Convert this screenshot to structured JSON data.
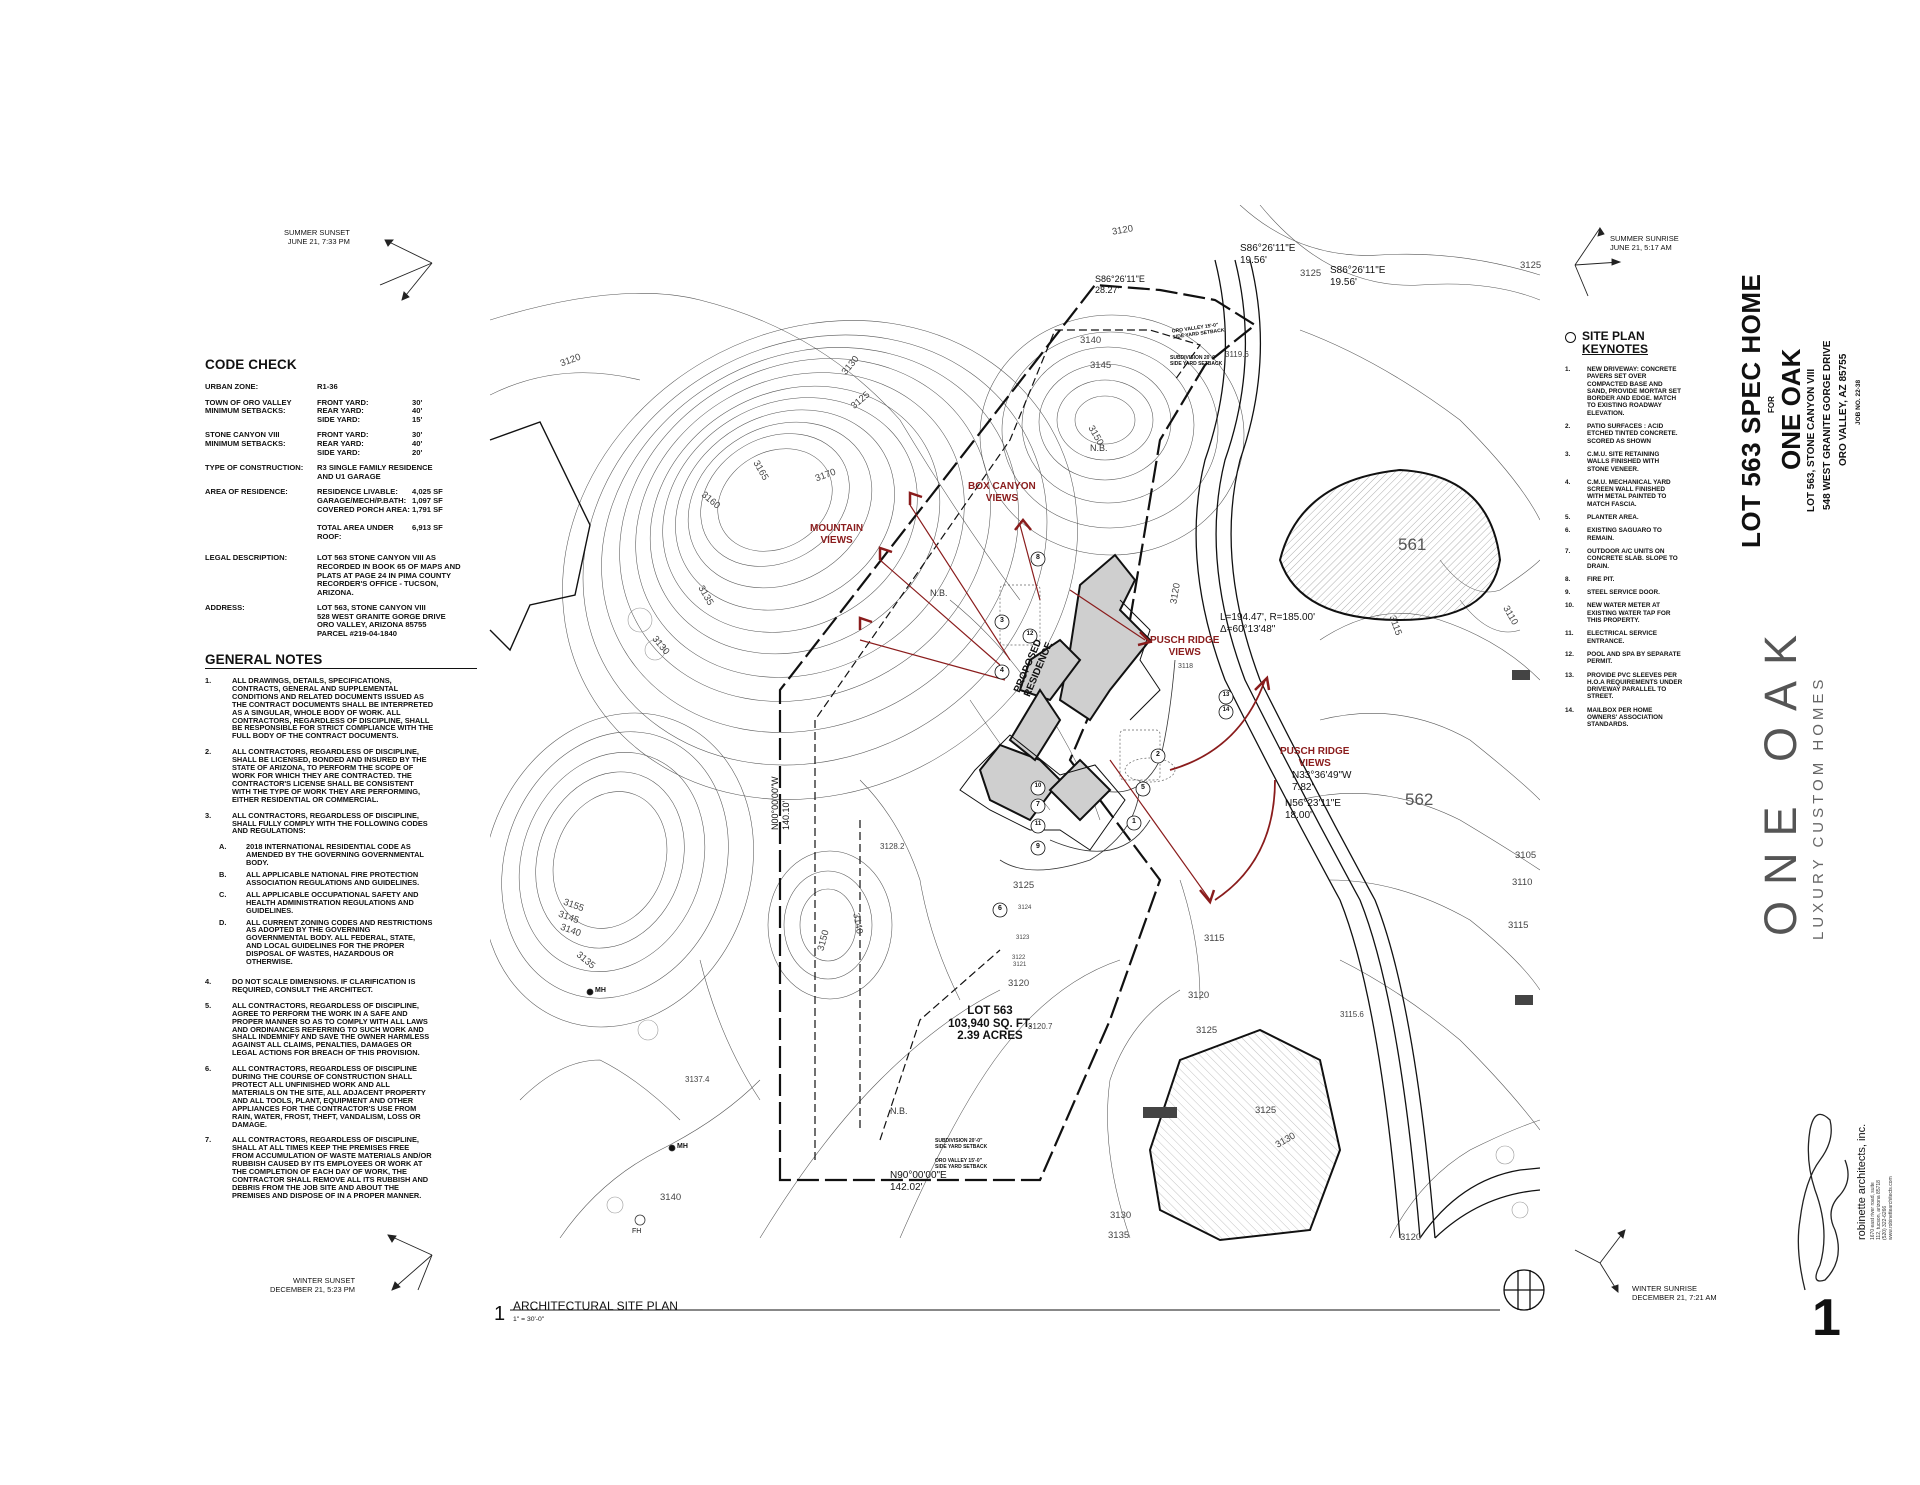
{
  "code_check": {
    "title": "CODE CHECK",
    "urban_zone_label": "URBAN ZONE:",
    "urban_zone_value": "R1-36",
    "town_label": "TOWN OF ORO VALLEY\nMINIMUM SETBACKS:",
    "town_setbacks": [
      {
        "label": "FRONT YARD:",
        "value": "30'"
      },
      {
        "label": "REAR YARD:",
        "value": "40'"
      },
      {
        "label": "SIDE YARD:",
        "value": "15'"
      }
    ],
    "stone_label": "STONE CANYON VIII\nMINIMUM SETBACKS:",
    "stone_setbacks": [
      {
        "label": "FRONT YARD:",
        "value": "30'"
      },
      {
        "label": "REAR YARD:",
        "value": "40'"
      },
      {
        "label": "SIDE YARD:",
        "value": "20'"
      }
    ],
    "construction_label": "TYPE OF CONSTRUCTION:",
    "construction_value": "R3 SINGLE FAMILY RESIDENCE\nAND U1 GARAGE",
    "area_label": "AREA OF RESIDENCE:",
    "areas": [
      {
        "label": "RESIDENCE LIVABLE:",
        "value": "4,025 SF"
      },
      {
        "label": "GARAGE/MECH/P.BATH:",
        "value": "1,097 SF"
      },
      {
        "label": "COVERED PORCH AREA:",
        "value": "1,791 SF"
      }
    ],
    "total_label": "TOTAL AREA UNDER ROOF:",
    "total_value": "6,913 SF",
    "legal_label": "LEGAL DESCRIPTION:",
    "legal_value": "LOT 563 STONE CANYON VIII AS\nRECORDED IN BOOK 65 OF MAPS AND\nPLATS AT PAGE 24 IN PIMA COUNTY\nRECORDER'S OFFICE - TUCSON,\nARIZONA.",
    "address_label": "ADDRESS:",
    "address_value": "LOT 563, STONE CANYON VIII\n528 WEST GRANITE GORGE DRIVE\nORO VALLEY, ARIZONA 85755\nPARCEL #219-04-1840"
  },
  "general_notes": {
    "title": "GENERAL NOTES",
    "items": [
      {
        "num": "1.",
        "text": "ALL DRAWINGS, DETAILS, SPECIFICATIONS,\nCONTRACTS, GENERAL AND SUPPLEMENTAL\nCONDITIONS AND RELATED DOCUMENTS ISSUED AS\nTHE CONTRACT DOCUMENTS SHALL BE INTERPRETED\nAS A SINGULAR, WHOLE BODY OF WORK. ALL\nCONTRACTORS, REGARDLESS OF DISCIPLINE, SHALL\nBE RESPONSIBLE FOR STRICT COMPLIANCE WITH THE\nFULL BODY OF THE CONTRACT DOCUMENTS."
      },
      {
        "num": "2.",
        "text": "ALL CONTRACTORS, REGARDLESS OF DISCIPLINE,\nSHALL BE LICENSED, BONDED AND INSURED BY THE\nSTATE OF ARIZONA, TO PERFORM THE SCOPE OF\nWORK FOR WHICH THEY ARE CONTRACTED. THE\nCONTRACTOR'S LICENSE SHALL BE CONSISTENT\nWITH THE TYPE OF WORK THEY ARE PERFORMING,\nEITHER RESIDENTIAL OR COMMERCIAL."
      },
      {
        "num": "3.",
        "text": "ALL CONTRACTORS, REGARDLESS OF DISCIPLINE,\nSHALL FULLY COMPLY WITH THE FOLLOWING CODES\nAND REGULATIONS:"
      }
    ],
    "subitems": [
      {
        "num": "A.",
        "text": "2018 INTERNATIONAL RESIDENTIAL CODE AS\nAMENDED BY THE GOVERNING GOVERNMENTAL\nBODY."
      },
      {
        "num": "B.",
        "text": "ALL APPLICABLE NATIONAL FIRE PROTECTION\nASSOCIATION REGULATIONS AND GUIDELINES."
      },
      {
        "num": "C.",
        "text": "ALL APPLICABLE OCCUPATIONAL SAFETY AND\nHEALTH ADMINISTRATION REGULATIONS AND\nGUIDELINES."
      },
      {
        "num": "D.",
        "text": "ALL CURRENT ZONING CODES AND RESTRICTIONS\nAS ADOPTED BY THE GOVERNING\nGOVERNMENTAL BODY. ALL FEDERAL, STATE,\nAND LOCAL GUIDELINES FOR THE PROPER\nDISPOSAL OF WASTES, HAZARDOUS OR\nOTHERWISE."
      }
    ],
    "items_after": [
      {
        "num": "4.",
        "text": "DO NOT SCALE DIMENSIONS. IF CLARIFICATION IS\nREQUIRED, CONSULT THE ARCHITECT."
      },
      {
        "num": "5.",
        "text": "ALL CONTRACTORS, REGARDLESS OF DISCIPLINE,\nAGREE TO PERFORM THE WORK IN A SAFE AND\nPROPER MANNER SO AS TO COMPLY WITH ALL LAWS\nAND ORDINANCES REFERRING TO SUCH WORK AND\nSHALL INDEMNIFY AND SAVE THE OWNER HARMLESS\nAGAINST ALL CLAIMS, PENALTIES, DAMAGES OR\nLEGAL ACTIONS FOR BREACH OF THIS PROVISION."
      },
      {
        "num": "6.",
        "text": "ALL CONTRACTORS, REGARDLESS OF DISCIPLINE\nDURING THE COURSE OF CONSTRUCTION SHALL\nPROTECT ALL UNFINISHED WORK AND ALL\nMATERIALS ON THE SITE, ALL ADJACENT PROPERTY\nAND ALL TOOLS, PLANT, EQUIPMENT AND OTHER\nAPPLIANCES FOR THE CONTRACTOR'S USE FROM\nRAIN, WATER, FROST, THEFT, VANDALISM, LOSS OR\nDAMAGE."
      },
      {
        "num": "7.",
        "text": "ALL CONTRACTORS, REGARDLESS OF DISCIPLINE,\nSHALL AT ALL TIMES KEEP THE PREMISES FREE\nFROM ACCUMULATION OF WASTE MATERIALS AND/OR\nRUBBISH CAUSED BY ITS EMPLOYEES OR WORK AT\nTHE COMPLETION OF EACH DAY OF WORK, THE\nCONTRACTOR SHALL REMOVE ALL ITS RUBBISH AND\nDEBRIS FROM THE JOB SITE AND ABOUT THE\nPREMISES AND DISPOSE OF IN A PROPER MANNER."
      }
    ]
  },
  "sun": {
    "summer_sunset": "SUMMER SUNSET\nJUNE 21, 7:33 PM",
    "summer_sunrise": "SUMMER SUNRISE\nJUNE 21, 5:17 AM",
    "winter_sunset": "WINTER SUNSET\nDECEMBER 21, 5:23 PM",
    "winter_sunrise": "WINTER SUNRISE\nDECEMBER 21, 7:21 AM"
  },
  "keynotes": {
    "title_line1": "SITE PLAN",
    "title_line2": "KEYNOTES",
    "items": [
      {
        "num": "1.",
        "text": "NEW DRIVEWAY: CONCRETE\nPAVERS SET OVER\nCOMPACTED BASE AND\nSAND, PROVIDE MORTAR SET\nBORDER AND EDGE. MATCH\nTO EXISTING ROADWAY\nELEVATION."
      },
      {
        "num": "2.",
        "text": "PATIO SURFACES : ACID\nETCHED TINTED CONCRETE.\nSCORED AS SHOWN"
      },
      {
        "num": "3.",
        "text": "C.M.U. SITE RETAINING\nWALLS FINISHED WITH\nSTONE VENEER."
      },
      {
        "num": "4.",
        "text": "C.M.U. MECHANICAL YARD\nSCREEN WALL FINISHED\nWITH METAL PAINTED TO\nMATCH FASCIA."
      },
      {
        "num": "5.",
        "text": "PLANTER AREA."
      },
      {
        "num": "6.",
        "text": "EXISTING SAGUARO TO\nREMAIN."
      },
      {
        "num": "7.",
        "text": "OUTDOOR A/C UNITS ON\nCONCRETE SLAB. SLOPE TO\nDRAIN."
      },
      {
        "num": "8.",
        "text": "FIRE PIT."
      },
      {
        "num": "9.",
        "text": "STEEL SERVICE DOOR."
      },
      {
        "num": "10.",
        "text": "NEW WATER METER AT\nEXISTING WATER TAP FOR\nTHIS PROPERTY."
      },
      {
        "num": "11.",
        "text": "ELECTRICAL SERVICE\nENTRANCE."
      },
      {
        "num": "12.",
        "text": "POOL AND SPA BY SEPARATE\nPERMIT."
      },
      {
        "num": "13.",
        "text": "PROVIDE PVC SLEEVES PER\nH.O.A REQUIREMENTS UNDER\nDRIVEWAY PARALLEL TO\nSTREET."
      },
      {
        "num": "14.",
        "text": "MAILBOX PER HOME\nOWNERS' ASSOCIATION\nSTANDARDS."
      }
    ]
  },
  "title_block": {
    "project": "LOT 563 SPEC HOME",
    "for": "FOR",
    "client": "ONE OAK",
    "lot": "LOT 563, STONE CANYON VIII",
    "street": "548 WEST GRANITE GORGE DRIVE",
    "city": "ORO VALLEY, AZ 85755",
    "job": "JOB NO. 22-38",
    "logo_main": "ONE OAK",
    "logo_sub": "LUXURY CUSTOM HOMES",
    "architect": "robinette architects, inc.",
    "architect_contact": "1670 east river road, suite 112, tucson, arizona 85718\n(520) 322-6266\nwww.robinettearchitects.com"
  },
  "site_plan": {
    "lot_name": "LOT 563",
    "lot_area": "103,940 SQ. FT.",
    "lot_acres": "2.39 ACRES",
    "residence_line1": "PROPOSED",
    "residence_line2": "RESIDENCE",
    "view_mountain_1": "MOUNTAIN",
    "view_mountain_2": "VIEWS",
    "view_bok_1": "BOX CANYON",
    "view_bok_2": "VIEWS",
    "view_pusch_a1": "PUSCH RIDGE",
    "view_pusch_a2": "VIEWS",
    "view_pusch_b1": "PUSCH RIDGE",
    "view_pusch_b2": "VIEWS",
    "bearing_1": "S86°26'11\"E",
    "bearing_1_dist": "19.56'",
    "bearing_2": "S86°26'11\"E",
    "bearing_2_dist": "19.56'",
    "bearing_3": "S86°26'11\"E",
    "bearing_3_dist": "28.27'",
    "bearing_west": "N00°00'00\"W",
    "bearing_west_dist": "140.10'",
    "bearing_south": "N90°00'00\"E",
    "bearing_south_dist": "142.02'",
    "bearing_east_1": "N33°36'49\"W",
    "bearing_east_1_dist": "7.82'",
    "bearing_east_2": "N56°23'11\"E",
    "bearing_east_2_dist": "18.00'",
    "curve_l": "L=194.47', R=185.00'",
    "curve_delta": "Δ=60°13'48\"",
    "lot_561": "561",
    "lot_562": "562",
    "nb_1": "N.B.",
    "nb_2": "N.B.",
    "nb_3": "N.B.",
    "mh_1": "MH",
    "mh_2": "MH",
    "fh": "FH",
    "setback_oro_side": "ORO VALLEY 15'-0\"\nSIDE YARD SETBACK",
    "setback_sub_side": "SUBDIVISION 20'-0\"\nSIDE YARD SETBACK",
    "setback_sub_south": "SUBDIVISION 20'-0\"\nSIDE YARD SETBACK",
    "setback_oro_south": "ORO VALLEY 15'-0\"\nSIDE YARD SETBACK",
    "contours": [
      "3120",
      "3125",
      "3130",
      "3140",
      "3145",
      "3150",
      "3155",
      "3160",
      "3165",
      "3170",
      "3135",
      "3115",
      "3110",
      "3105",
      "3119.6",
      "3128.2",
      "3137.4",
      "3124",
      "3123",
      "3122",
      "3121",
      "3120.7",
      "3115.6",
      "3118"
    ],
    "callouts": [
      "1",
      "2",
      "3",
      "4",
      "5",
      "6",
      "7",
      "8",
      "9",
      "10",
      "11",
      "12",
      "13",
      "14"
    ]
  },
  "drawing": {
    "number": "1",
    "title": "ARCHITECTURAL SITE PLAN",
    "scale": "1\" = 30'-0\""
  },
  "sheet_number": "1"
}
